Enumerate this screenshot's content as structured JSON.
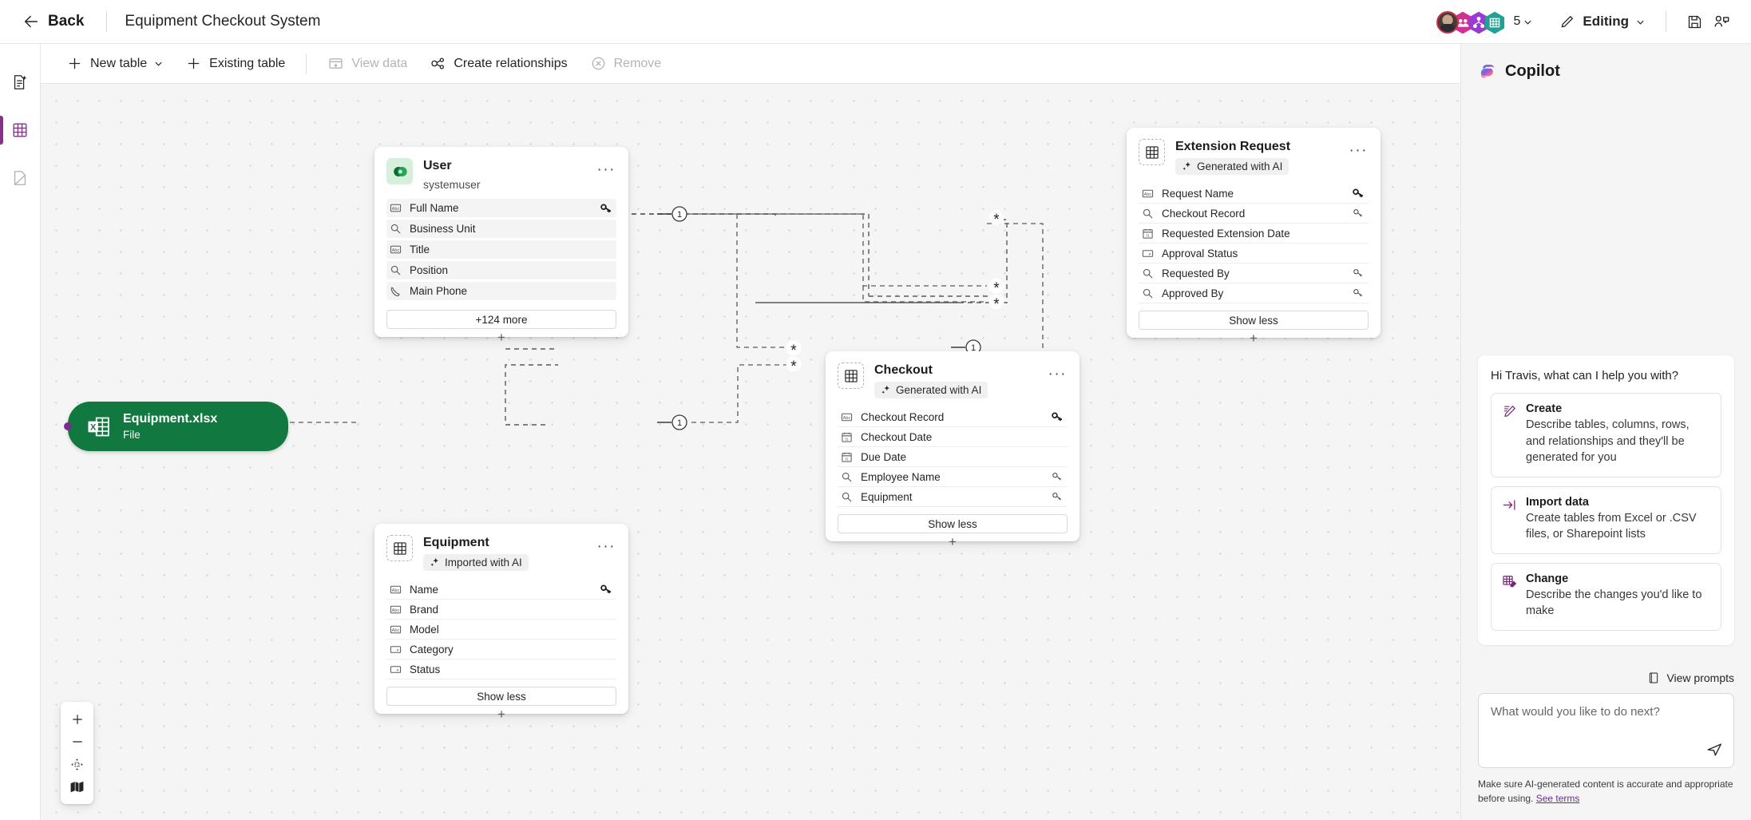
{
  "topbar": {
    "back_label": "Back",
    "app_title": "Equipment Checkout System",
    "collab_count": "5",
    "mode_label": "Editing",
    "icons": {
      "back": "back-arrow-icon",
      "save": "save-icon",
      "share": "share-icon",
      "pencil": "pencil-icon"
    }
  },
  "rail": {
    "items": [
      {
        "name": "sidebar-item-overview",
        "icon": "document-sparkle-icon",
        "selected": false
      },
      {
        "name": "sidebar-item-tables",
        "icon": "grid-table-icon",
        "selected": true
      },
      {
        "name": "sidebar-item-pages",
        "icon": "page-icon",
        "selected": false
      }
    ]
  },
  "toolbar": {
    "new_table": "New table",
    "existing_table": "Existing table",
    "view_data": "View data",
    "create_relationships": "Create relationships",
    "remove": "Remove"
  },
  "canvas": {
    "file_node": {
      "title": "Equipment.xlsx",
      "subtitle": "File",
      "icon": "excel-icon"
    },
    "tables": [
      {
        "id": "user",
        "title": "User",
        "subtitle": "systemuser",
        "badge": null,
        "icon": "dataverse-user-icon",
        "fields": [
          {
            "label": "Full Name",
            "type": "text",
            "primary": true,
            "lookup": false
          },
          {
            "label": "Business Unit",
            "type": "lookup",
            "primary": false,
            "lookup": false
          },
          {
            "label": "Title",
            "type": "text",
            "primary": false,
            "lookup": false
          },
          {
            "label": "Position",
            "type": "lookup",
            "primary": false,
            "lookup": false
          },
          {
            "label": "Main Phone",
            "type": "phone",
            "primary": false,
            "lookup": false
          }
        ],
        "footer_button": "+124 more"
      },
      {
        "id": "extension-request",
        "title": "Extension Request",
        "subtitle": null,
        "badge": "Generated with AI",
        "icon": "grid-table-icon",
        "fields": [
          {
            "label": "Request Name",
            "type": "text",
            "primary": true,
            "lookup": false
          },
          {
            "label": "Checkout Record",
            "type": "lookup",
            "primary": false,
            "lookup": true
          },
          {
            "label": "Requested Extension Date",
            "type": "date",
            "primary": false,
            "lookup": false
          },
          {
            "label": "Approval Status",
            "type": "choice",
            "primary": false,
            "lookup": false
          },
          {
            "label": "Requested By",
            "type": "lookup",
            "primary": false,
            "lookup": true
          },
          {
            "label": "Approved By",
            "type": "lookup",
            "primary": false,
            "lookup": true
          }
        ],
        "footer_button": "Show less"
      },
      {
        "id": "checkout",
        "title": "Checkout",
        "subtitle": null,
        "badge": "Generated with AI",
        "icon": "grid-table-icon",
        "fields": [
          {
            "label": "Checkout Record",
            "type": "text",
            "primary": true,
            "lookup": false
          },
          {
            "label": "Checkout Date",
            "type": "date",
            "primary": false,
            "lookup": false
          },
          {
            "label": "Due Date",
            "type": "date",
            "primary": false,
            "lookup": false
          },
          {
            "label": "Employee Name",
            "type": "lookup",
            "primary": false,
            "lookup": true
          },
          {
            "label": "Equipment",
            "type": "lookup",
            "primary": false,
            "lookup": true
          }
        ],
        "footer_button": "Show less"
      },
      {
        "id": "equipment",
        "title": "Equipment",
        "subtitle": null,
        "badge": "Imported with AI",
        "icon": "grid-table-icon",
        "fields": [
          {
            "label": "Name",
            "type": "text",
            "primary": true,
            "lookup": false
          },
          {
            "label": "Brand",
            "type": "text",
            "primary": false,
            "lookup": false
          },
          {
            "label": "Model",
            "type": "text",
            "primary": false,
            "lookup": false
          },
          {
            "label": "Category",
            "type": "choice",
            "primary": false,
            "lookup": false
          },
          {
            "label": "Status",
            "type": "choice",
            "primary": false,
            "lookup": false
          }
        ],
        "footer_button": "Show less"
      }
    ],
    "relationship_endpoints": {
      "one": "1",
      "many": "*"
    },
    "zoom_controls": [
      {
        "name": "zoom-in-button",
        "icon": "plus-icon"
      },
      {
        "name": "zoom-out-button",
        "icon": "minus-icon"
      },
      {
        "name": "fit-to-screen-button",
        "icon": "fit-icon"
      },
      {
        "name": "minimap-button",
        "icon": "map-icon"
      }
    ]
  },
  "copilot": {
    "title": "Copilot",
    "greeting": "Hi Travis, what can I help you with?",
    "options": [
      {
        "title": "Create",
        "desc": "Describe tables, columns, rows, and relationships and they'll be generated for you",
        "icon": "create-pencil-icon"
      },
      {
        "title": "Import data",
        "desc": "Create tables from Excel or .CSV files, or Sharepoint lists",
        "icon": "import-arrow-icon"
      },
      {
        "title": "Change",
        "desc": "Describe the changes you'd like to make",
        "icon": "change-grid-icon"
      }
    ],
    "view_prompts": "View prompts",
    "composer_placeholder": "What would you like to do next?",
    "disclaimer": "Make sure AI-generated content is accurate and appropriate before using.",
    "disclaimer_link": "See terms"
  },
  "colors": {
    "accent": "#8a2f8f",
    "excel_green": "#11793f",
    "copilot_purple": "#742774"
  }
}
